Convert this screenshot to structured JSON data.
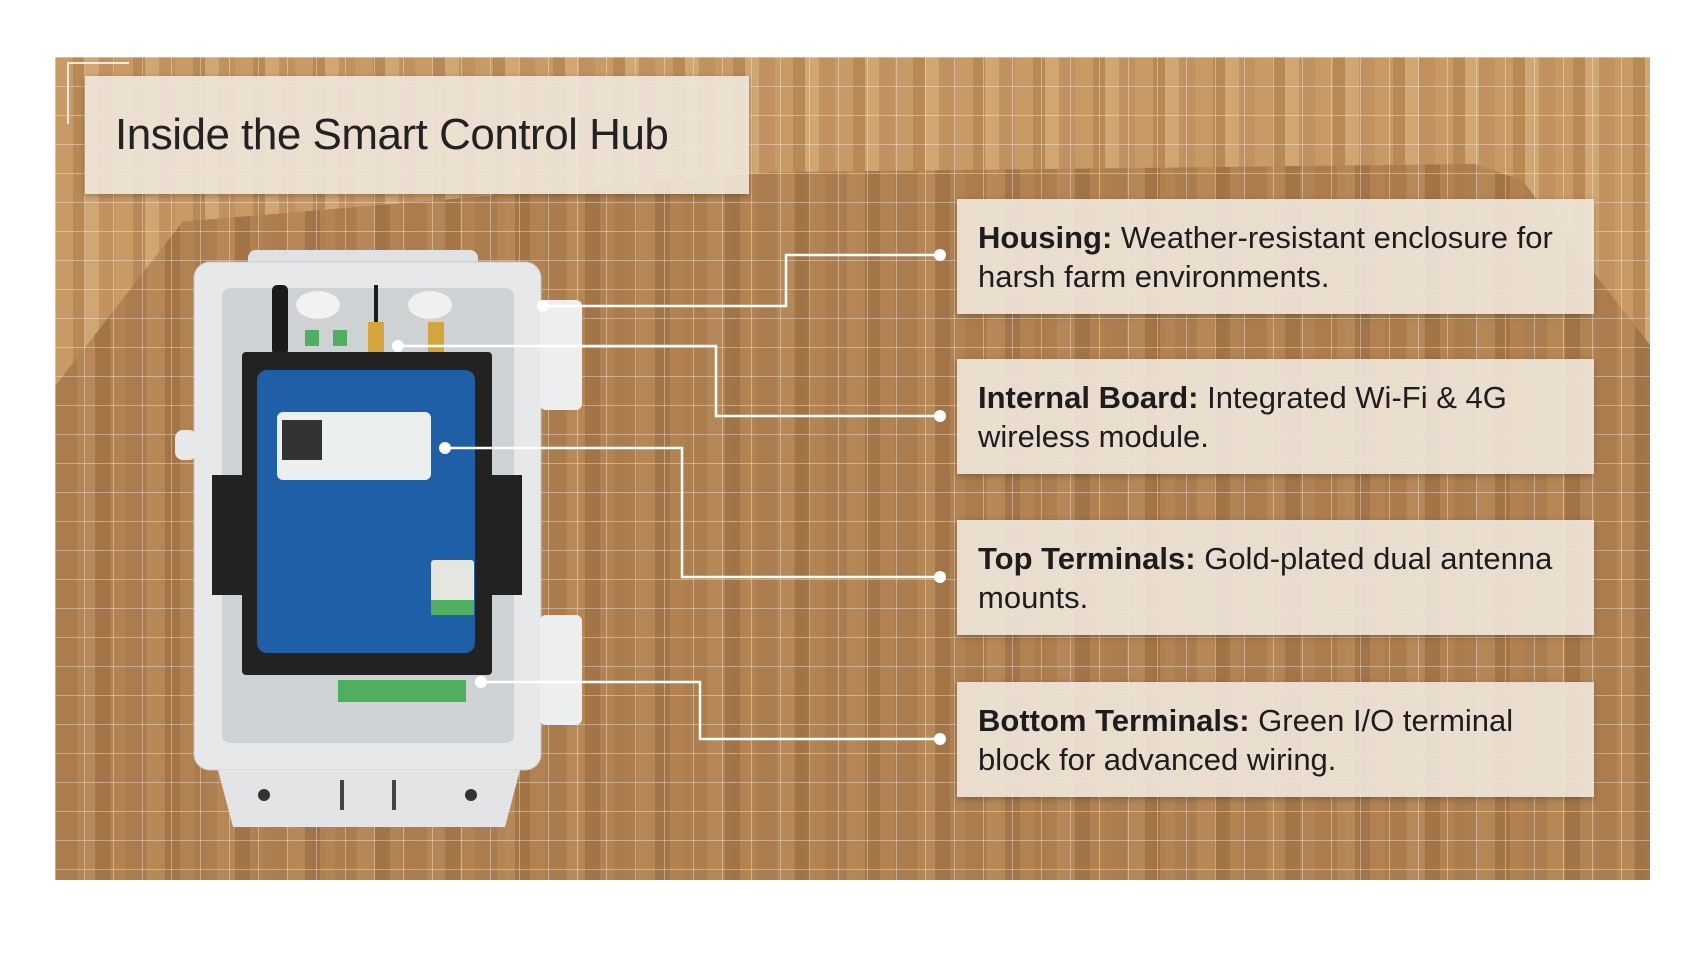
{
  "title": "Inside the Smart Control Hub",
  "callouts": [
    {
      "label": "Housing:",
      "text": " Weather-resistant enclosure for harsh farm environments."
    },
    {
      "label": "Internal Board:",
      "text": " Integrated Wi-Fi & 4G wireless module."
    },
    {
      "label": "Top Terminals:",
      "text": " Gold-plated dual antenna mounts."
    },
    {
      "label": "Bottom Terminals:",
      "text": " Green I/O terminal block for advanced wiring."
    }
  ],
  "colors": {
    "board": "#1f5fa8",
    "enclosure": "#e4e6e7",
    "terminal": "#4fae5f",
    "antenna_gold": "#d4a53a"
  }
}
